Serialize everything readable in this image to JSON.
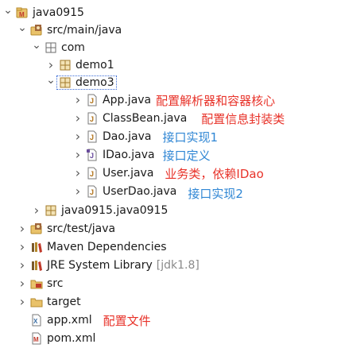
{
  "tree": {
    "project": {
      "label": "java0915"
    },
    "src_main_java": {
      "label": "src/main/java"
    },
    "com": {
      "label": "com"
    },
    "demo1": {
      "label": "demo1"
    },
    "demo3": {
      "label": "demo3"
    },
    "files": [
      {
        "label": "App.java",
        "annotation": "配置解析器和容器核心",
        "annotation_color": "#e8332a"
      },
      {
        "label": "ClassBean.java",
        "annotation": "配置信息封装类",
        "annotation_color": "#e8332a"
      },
      {
        "label": "Dao.java",
        "annotation": "接口实现1",
        "annotation_color": "#2f86d4"
      },
      {
        "label": "IDao.java",
        "annotation": "接口定义",
        "annotation_color": "#2f86d4"
      },
      {
        "label": "User.java",
        "annotation": "业务类，依赖IDao",
        "annotation_color": "#e8332a"
      },
      {
        "label": "UserDao.java",
        "annotation": "接口实现2",
        "annotation_color": "#2f86d4"
      }
    ],
    "java0915_pkg": {
      "label": "java0915.java0915"
    },
    "src_test_java": {
      "label": "src/test/java"
    },
    "maven_deps": {
      "label": "Maven Dependencies"
    },
    "jre": {
      "label": "JRE System Library",
      "suffix": "[jdk1.8]"
    },
    "src": {
      "label": "src"
    },
    "target": {
      "label": "target"
    },
    "app_xml": {
      "label": "app.xml",
      "annotation": "配置文件",
      "annotation_color": "#e8332a"
    },
    "pom_xml": {
      "label": "pom.xml"
    }
  },
  "colors": {
    "red_annotation": "#e8332a",
    "blue_annotation": "#2f86d4",
    "selection_border": "#3b6bd6"
  }
}
